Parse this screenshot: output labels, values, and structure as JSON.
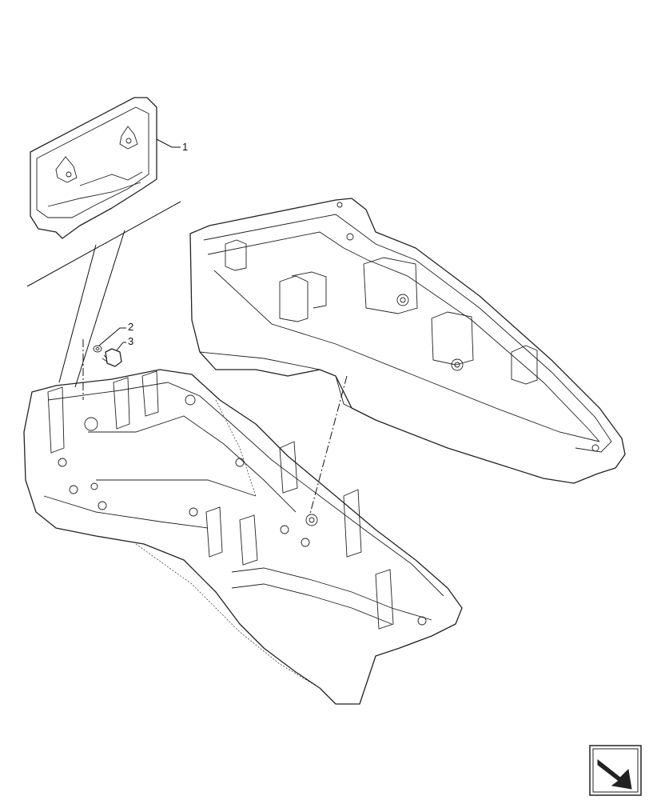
{
  "callouts": [
    {
      "id": "1",
      "label": "1"
    },
    {
      "id": "2",
      "label": "2"
    },
    {
      "id": "3",
      "label": "3"
    }
  ],
  "icons": {
    "nav": "next-page-arrow-icon"
  },
  "colors": {
    "line": "#222222",
    "background": "#ffffff"
  }
}
